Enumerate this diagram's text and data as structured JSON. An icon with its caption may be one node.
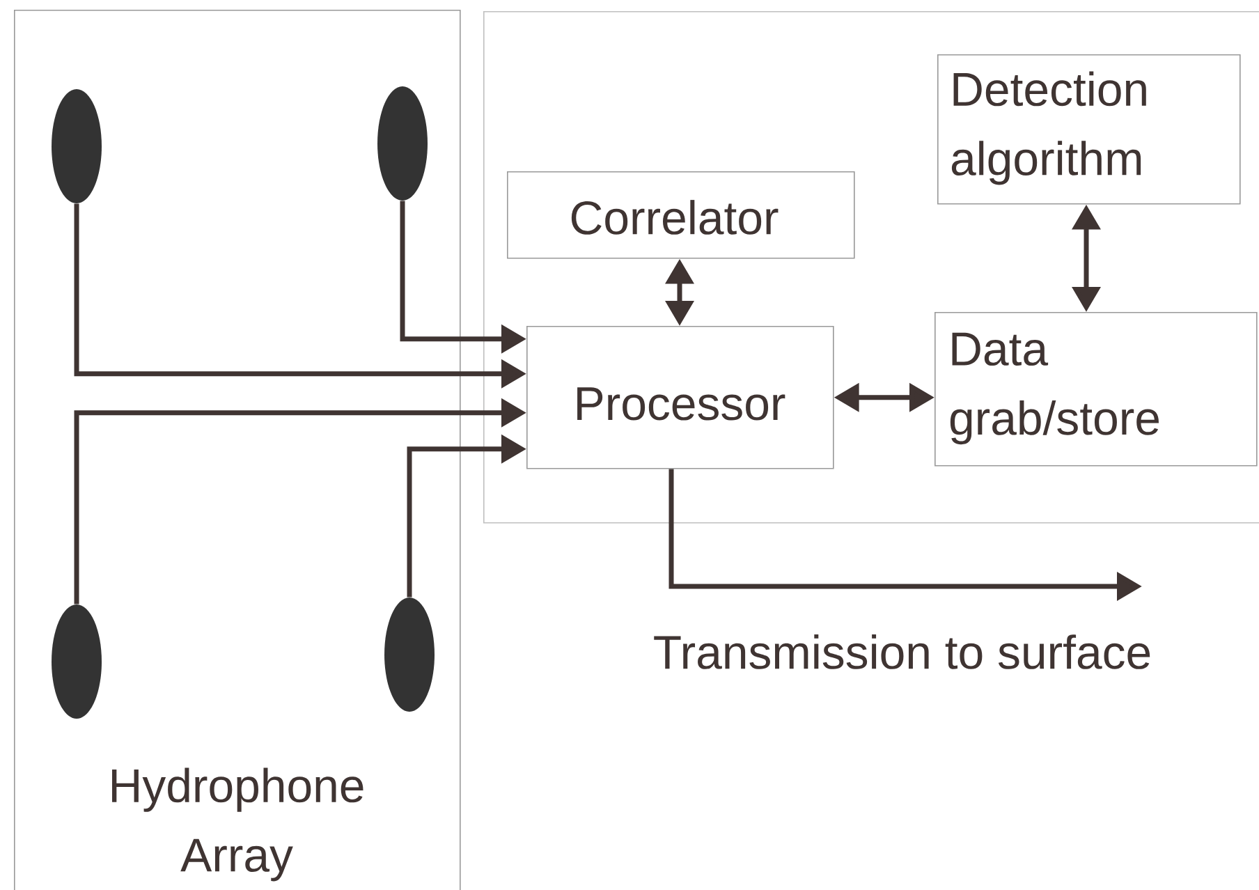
{
  "diagram": {
    "nodes": [
      {
        "text": [
          "Hydrophone Array"
        ]
      },
      {
        "text": [],
        "shape": "ellipse",
        "in": 0
      },
      {
        "text": [],
        "shape": "ellipse",
        "in": 0
      },
      {
        "text": [],
        "shape": "ellipse",
        "in": 0
      },
      {
        "text": [],
        "shape": "ellipse",
        "in": 0
      },
      {
        "text": [],
        "shape": "box"
      },
      {
        "text": [
          "Correlator"
        ],
        "in": 5
      },
      {
        "text": [
          "Detection algorithm"
        ],
        "in": 5
      },
      {
        "text": [
          "Processor"
        ],
        "in": 5
      },
      {
        "text": [
          "Data grab/store"
        ],
        "in": 5
      }
    ],
    "edges": [
      {
        "from": 1,
        "to": 8,
        "arrow": "to"
      },
      {
        "from": 2,
        "to": 8,
        "arrow": "to"
      },
      {
        "from": 3,
        "to": 8,
        "arrow": "to"
      },
      {
        "from": 4,
        "to": 8,
        "arrow": "to"
      },
      {
        "from": 6,
        "to": 8,
        "arrow": "both"
      },
      {
        "from": 8,
        "to": 9,
        "arrow": "both"
      },
      {
        "from": 7,
        "to": 9,
        "arrow": "both"
      },
      {
        "from": 8,
        "to": null,
        "arrow": "to",
        "label": "Transmission to surface"
      }
    ]
  }
}
